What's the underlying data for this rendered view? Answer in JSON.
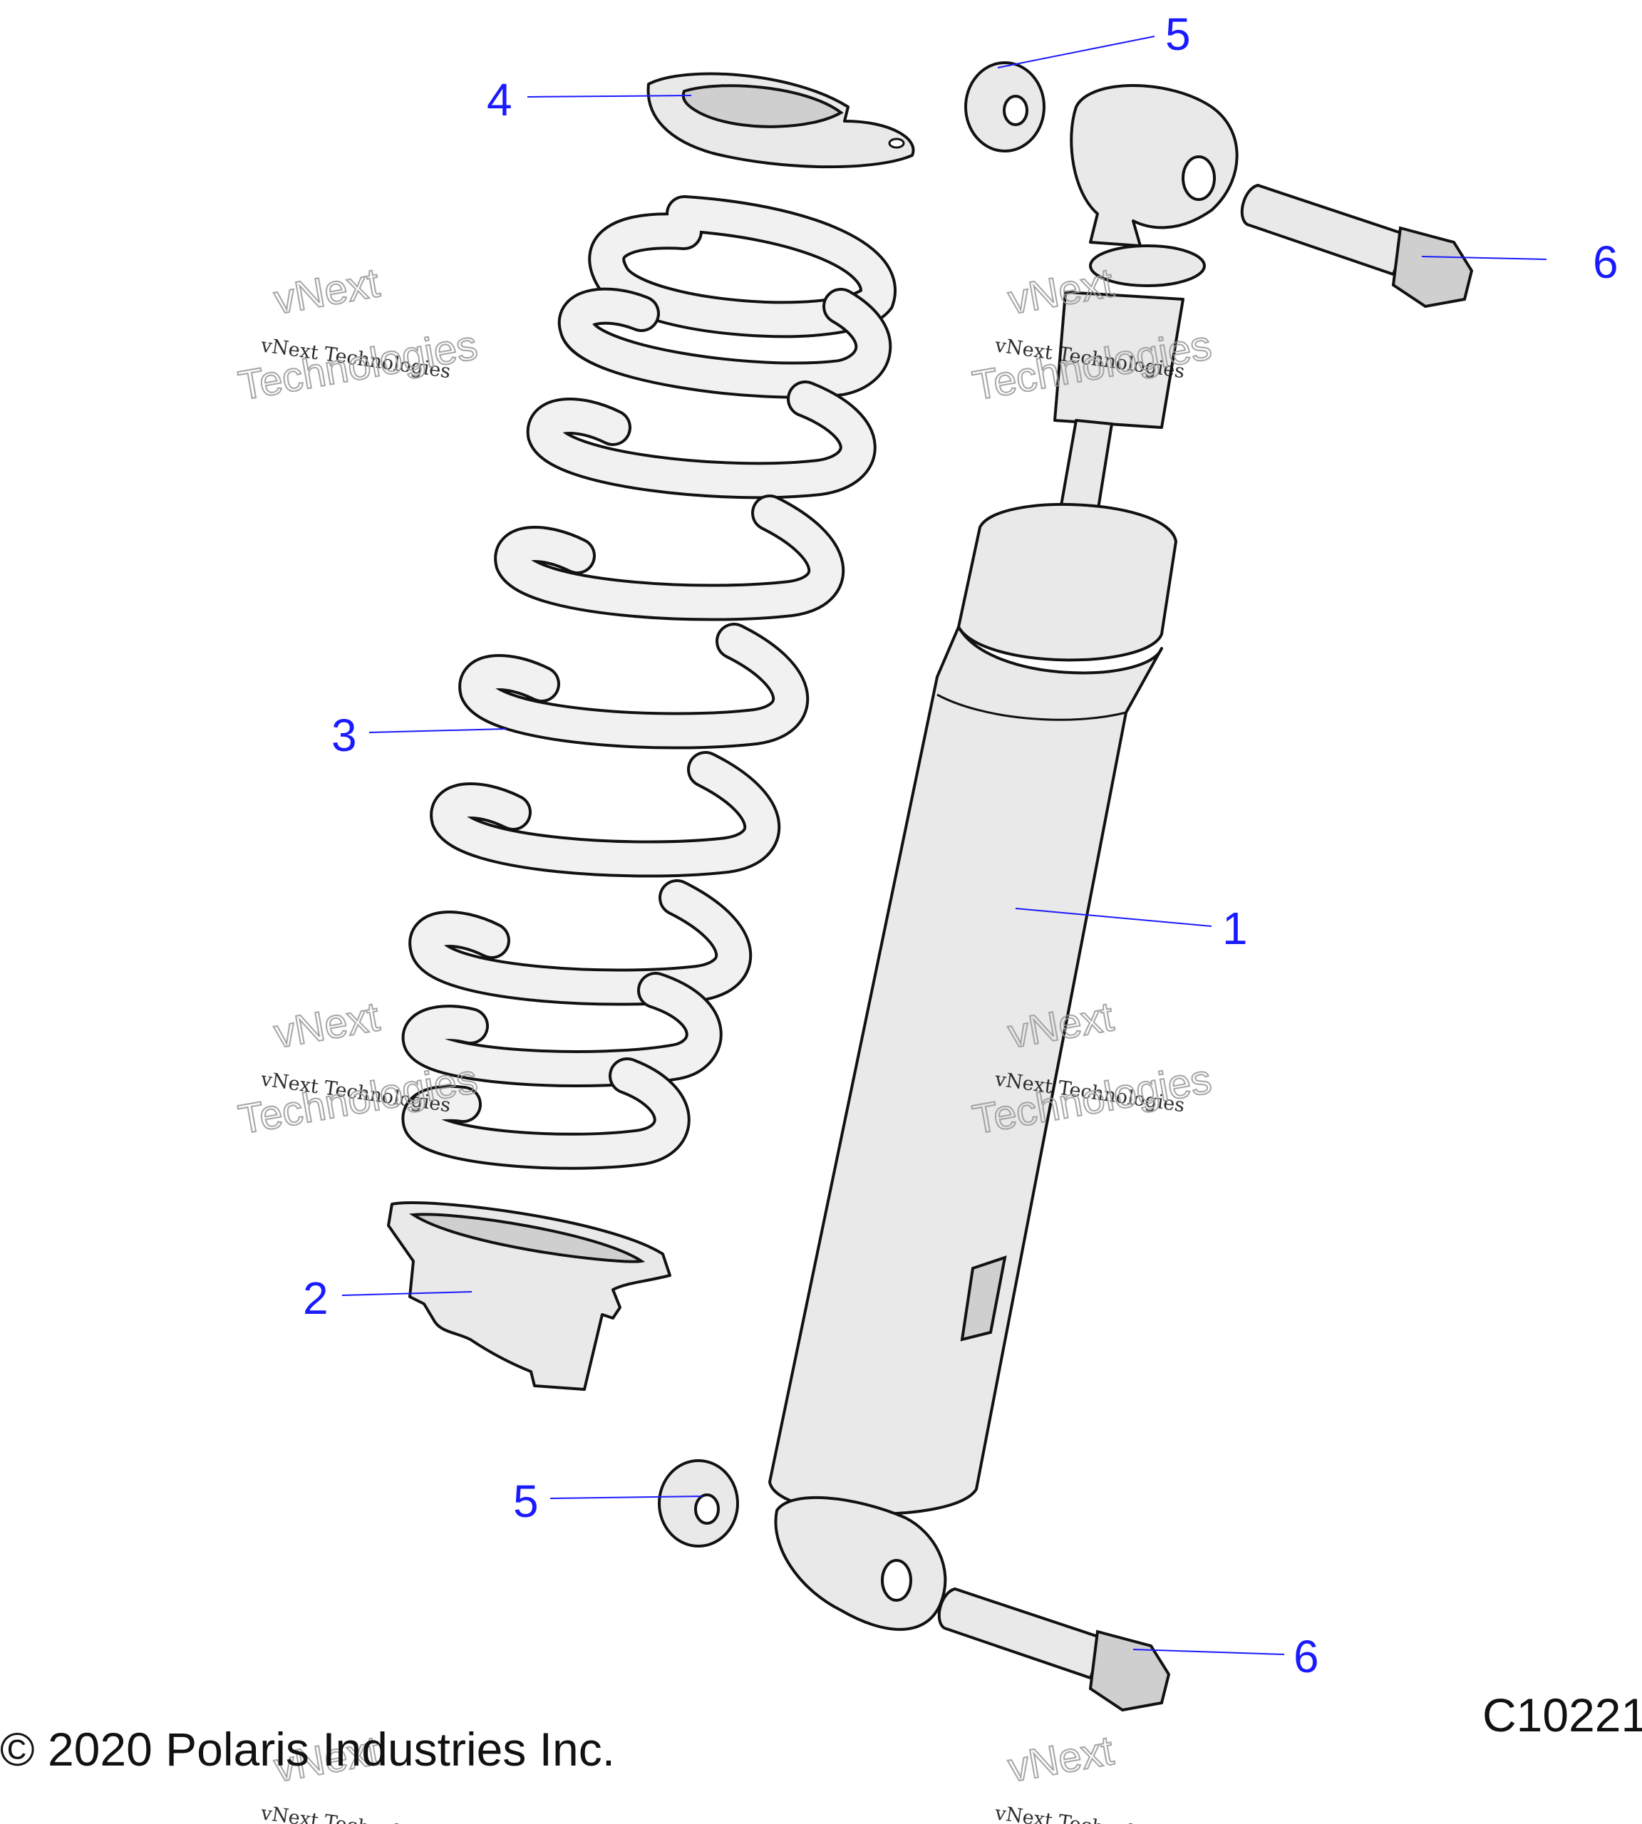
{
  "callouts": [
    {
      "id": "1",
      "label": "1"
    },
    {
      "id": "2",
      "label": "2"
    },
    {
      "id": "3",
      "label": "3"
    },
    {
      "id": "4",
      "label": "4"
    },
    {
      "id": "5a",
      "label": "5"
    },
    {
      "id": "5b",
      "label": "5"
    },
    {
      "id": "6a",
      "label": "6"
    },
    {
      "id": "6b",
      "label": "6"
    }
  ],
  "watermark": {
    "line1": "vNext Technologies",
    "line2a": "vNext",
    "line2b": "Technologies"
  },
  "footer": {
    "copyright": "© 2020 Polaris Industries Inc.",
    "code": "C10221"
  },
  "colors": {
    "callout": "#1a1aff",
    "outline": "#111111",
    "fill": "#e9e9e9"
  }
}
